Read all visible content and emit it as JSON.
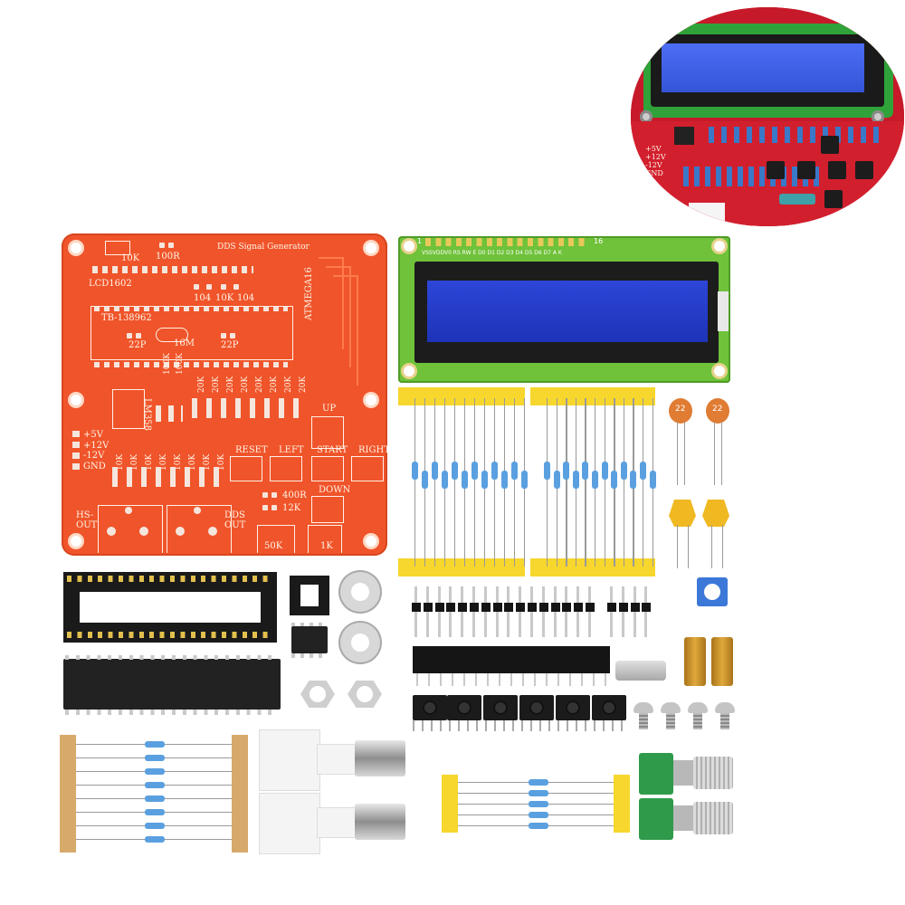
{
  "pcb": {
    "title": "DDS Signal Generator",
    "lcd_label": "LCD1602",
    "chip_label": "ATMEGA16",
    "part_code": "TB-138962",
    "crystal_label": "16M",
    "cap_label_left": "22P",
    "cap_label_right": "22P",
    "opamp_label": "LM358",
    "top_res_10k": "10K",
    "top_res_100r": "100R",
    "cap_104_a": "104",
    "res_10k_mid": "10K",
    "cap_104_b": "104",
    "power_labels": [
      "+5V",
      "+12V",
      "-12V",
      "GND"
    ],
    "buttons": {
      "up": "UP",
      "reset": "RESET",
      "left": "LEFT",
      "start": "START",
      "right": "RIGHT",
      "down": "DOWN"
    },
    "res_400r": "400R",
    "res_12k": "12K",
    "hs_out": "HS-\nOUT",
    "dds_out": "DDS\nOUT",
    "pot_50k": "50K",
    "pot_1k": "1K",
    "vertical_labels_left": [
      "100K",
      "100K"
    ],
    "vertical_labels_20k": [
      "20K",
      "20K",
      "20K",
      "20K",
      "20K",
      "20K",
      "20K",
      "20K"
    ],
    "vertical_labels_10k": [
      "10K",
      "10K",
      "10K",
      "10K",
      "10K",
      "10K",
      "10K",
      "10K"
    ]
  },
  "lcd": {
    "pin_count_label": "16",
    "pin_header_label": "VSSVDDV0 RS RW E  D0 D1 D2 D3 D4 D5 D6 D7 A  K",
    "pin1_label": "1"
  },
  "ceramic_cap_label": "22",
  "inset": {
    "power_labels": [
      "+5V",
      "+12V",
      "-12V",
      "GND"
    ]
  },
  "colors": {
    "pcb_red": "#f0542a",
    "lcd_green": "#6fc23a",
    "lcd_blue": "#2d46d8",
    "tape_yellow": "#f7d62d",
    "tape_kraft": "#d7a96b"
  }
}
